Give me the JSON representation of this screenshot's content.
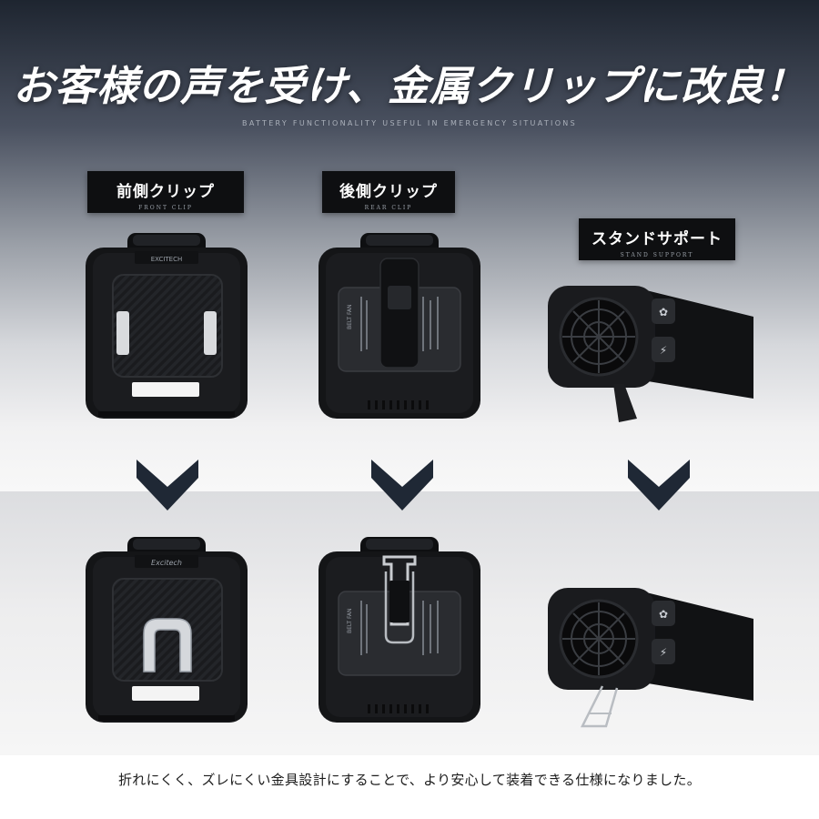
{
  "headline": "お客様の声を受け、金属クリップに改良！",
  "subheadline": "BATTERY FUNCTIONALITY USEFUL IN EMERGENCY SITUATIONS",
  "labels": {
    "front": {
      "jp": "前側クリップ",
      "en": "FRONT CLIP"
    },
    "rear": {
      "jp": "後側クリップ",
      "en": "REAR CLIP"
    },
    "stand": {
      "jp": "スタンドサポート",
      "en": "STAND SUPPORT"
    }
  },
  "product": {
    "brand_old": "EXCITECH",
    "brand_new": "Excitech",
    "rear_label_title": "BELT FAN"
  },
  "caption": "折れにくく、ズレにくい金具設計にすることで、より安心して装着できる仕様になりました。",
  "colors": {
    "label_bg": "#0e0f11",
    "product_body": "#151618",
    "arrow": "#1f2835"
  },
  "icons": [
    "down-arrow-icon",
    "fan-icon",
    "flashlight-icon"
  ]
}
